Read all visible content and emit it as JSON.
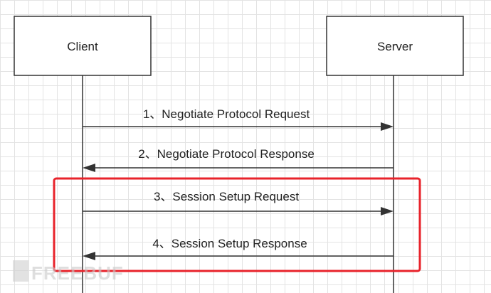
{
  "participants": {
    "client": {
      "label": "Client"
    },
    "server": {
      "label": "Server"
    }
  },
  "messages": [
    {
      "label": "1、Negotiate Protocol Request",
      "direction": "client-to-server"
    },
    {
      "label": "2、Negotiate Protocol Response",
      "direction": "server-to-client"
    },
    {
      "label": "3、Session Setup Request",
      "direction": "client-to-server"
    },
    {
      "label": "4、Session Setup Response",
      "direction": "server-to-client"
    }
  ],
  "highlight": {
    "covers_messages": [
      3,
      4
    ],
    "color": "#e8232b"
  },
  "watermark": {
    "text": "FREEBUF"
  },
  "colors": {
    "line": "#333333",
    "grid": "#e3e3e3",
    "highlight": "#e8232b"
  }
}
